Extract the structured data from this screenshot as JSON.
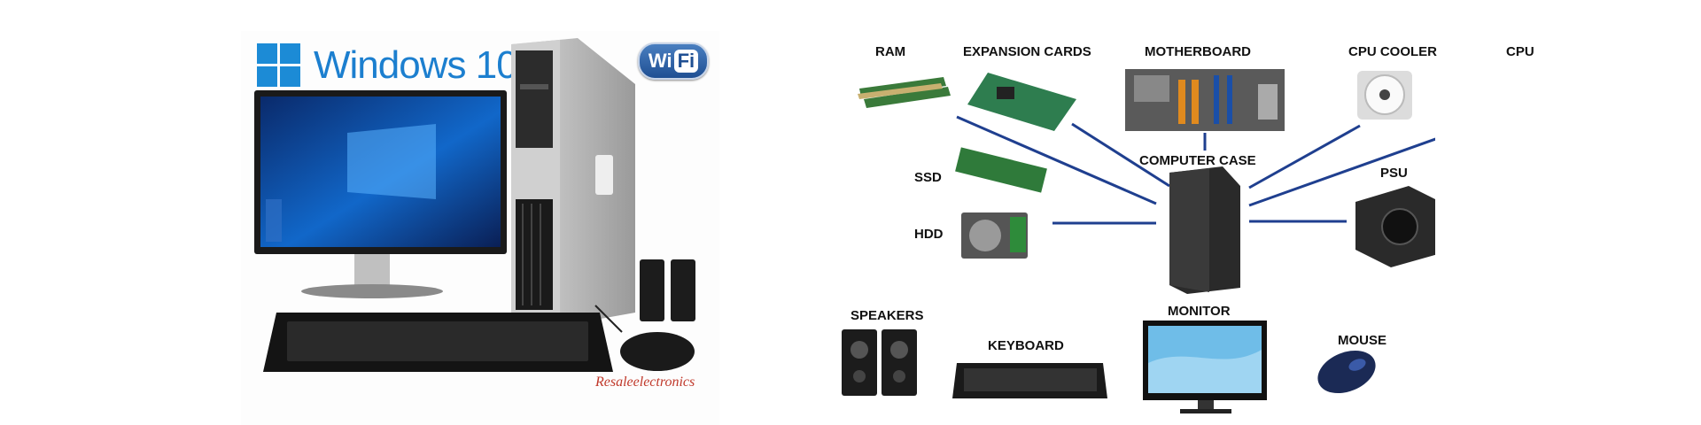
{
  "left": {
    "brand_title": "Windows 10",
    "wifi_badge": {
      "wi": "Wi",
      "fi": "Fi"
    },
    "watermark": "Resaleelectronics",
    "brand_color": "#1c8bd6"
  },
  "right": {
    "labels": {
      "ram": "RAM",
      "expansion_cards": "EXPANSION CARDS",
      "motherboard": "MOTHERBOARD",
      "cpu_cooler": "CPU COOLER",
      "cpu": "CPU",
      "computer_case": "COMPUTER CASE",
      "ssd": "SSD",
      "psu": "PSU",
      "hdd": "HDD",
      "speakers": "SPEAKERS",
      "keyboard": "KEYBOARD",
      "monitor": "MONITOR",
      "mouse": "MOUSE"
    },
    "connector_color": "#1f3f8f"
  }
}
